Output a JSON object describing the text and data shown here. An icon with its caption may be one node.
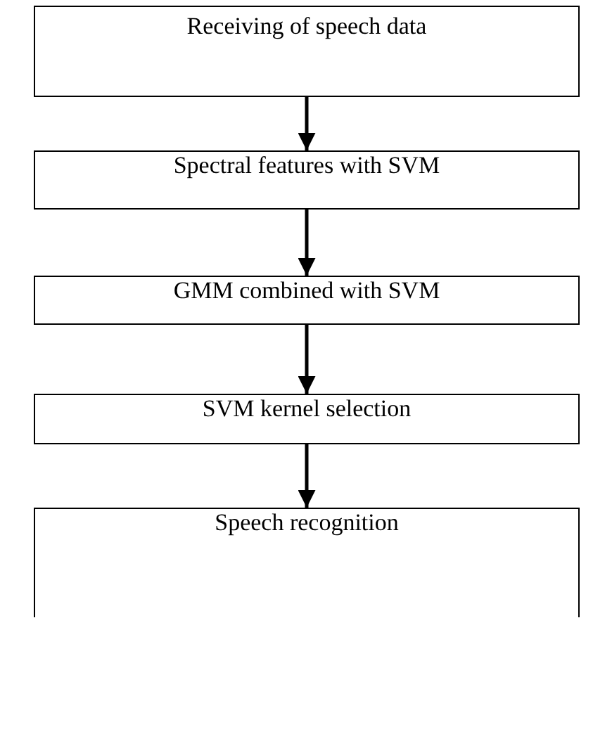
{
  "diagram": {
    "nodes": [
      {
        "text": [
          "Receiving of speech data"
        ]
      },
      {
        "text": [
          "Spectral features with SVM"
        ]
      },
      {
        "text": [
          "GMM combined with SVM"
        ]
      },
      {
        "text": [
          "SVM kernel selection"
        ]
      },
      {
        "text": [
          "Speech recognition"
        ]
      }
    ],
    "edges": [
      {
        "from": 0,
        "to": 1,
        "arrow": "to"
      },
      {
        "from": 1,
        "to": 2,
        "arrow": "to"
      },
      {
        "from": 2,
        "to": 3,
        "arrow": "to"
      },
      {
        "from": 3,
        "to": 4,
        "arrow": "to"
      }
    ]
  }
}
